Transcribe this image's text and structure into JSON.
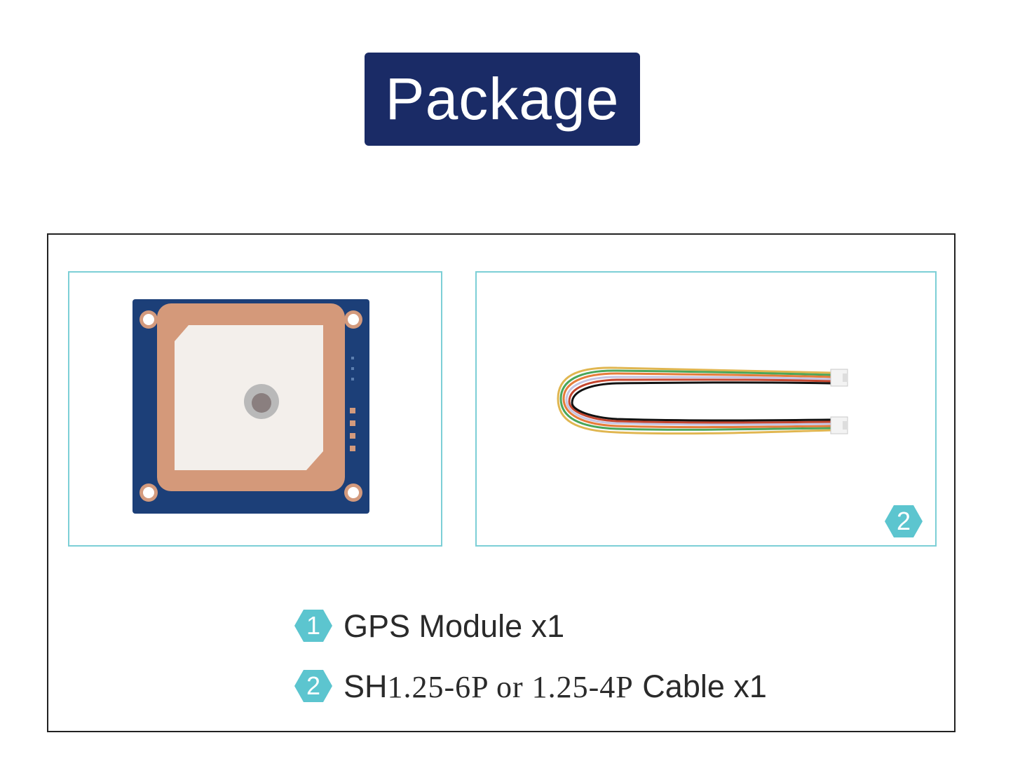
{
  "title": "Package",
  "badge_panel2": "2",
  "items": [
    {
      "number": "1",
      "label": "GPS Module x1"
    },
    {
      "number": "2",
      "prefix": "SH",
      "spec": "1.25-6P or 1.25-4P",
      "suffix": "Cable x1"
    }
  ],
  "colors": {
    "title_bg": "#1a2b66",
    "panel_border": "#7ccfd6",
    "hex_badge": "#5cc5cf",
    "pcb": "#1c3f78",
    "antenna_border": "#d4997a"
  },
  "images": {
    "panel1": "gps-module-photo",
    "panel2": "cable-photo"
  }
}
